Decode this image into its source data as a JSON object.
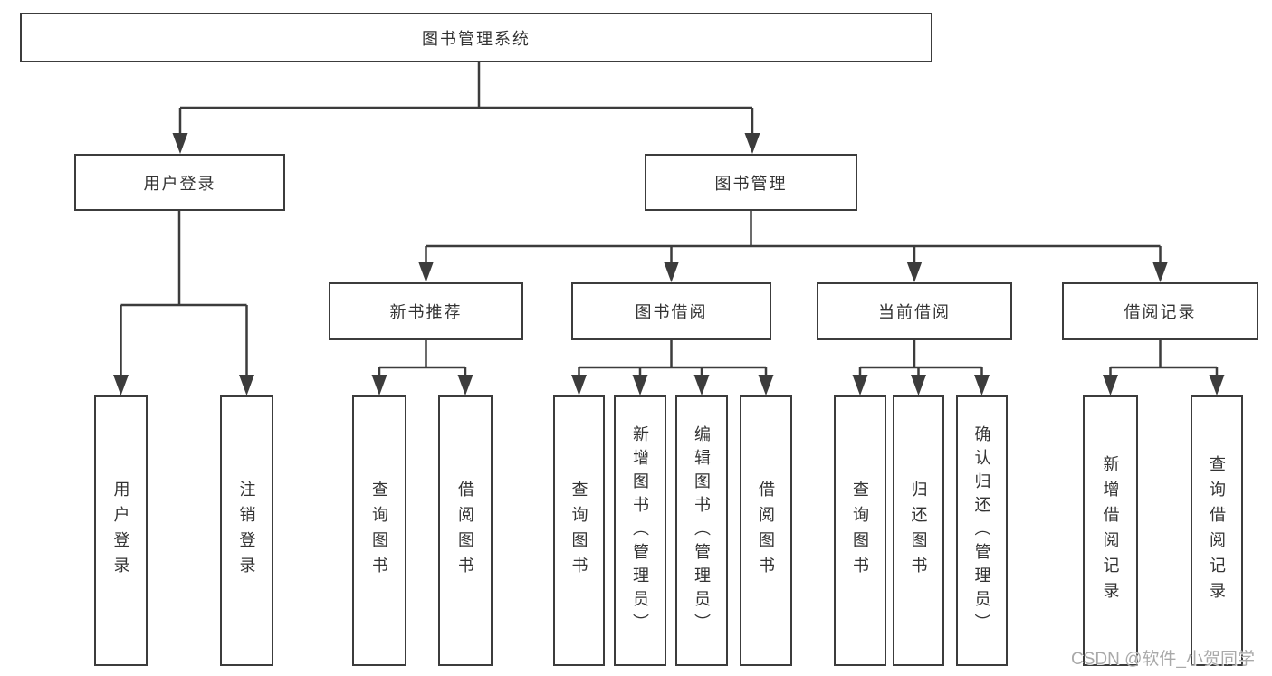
{
  "diagram": {
    "root": {
      "label": "图书管理系统"
    },
    "level2": [
      {
        "label": "用户登录"
      },
      {
        "label": "图书管理"
      }
    ],
    "level3": [
      {
        "label": "新书推荐"
      },
      {
        "label": "图书借阅"
      },
      {
        "label": "当前借阅"
      },
      {
        "label": "借阅记录"
      }
    ],
    "leaves": {
      "user_login_group": [
        "用户登录",
        "注销登录"
      ],
      "new_books_group": [
        "查询图书",
        "借阅图书"
      ],
      "book_borrow_group": [
        "查询图书",
        "新增图书（管理员）",
        "编辑图书（管理员）",
        "借阅图书"
      ],
      "current_borrow_group": [
        "查询图书",
        "归还图书",
        "确认归还（管理员）"
      ],
      "borrow_records_group": [
        "新增借阅记录",
        "查询借阅记录"
      ]
    },
    "colors": {
      "line": "#3c3c3c",
      "text": "#333333",
      "watermark": "#a9a9a9",
      "background": "#ffffff"
    },
    "watermark": "CSDN @软件_小贺同学"
  }
}
